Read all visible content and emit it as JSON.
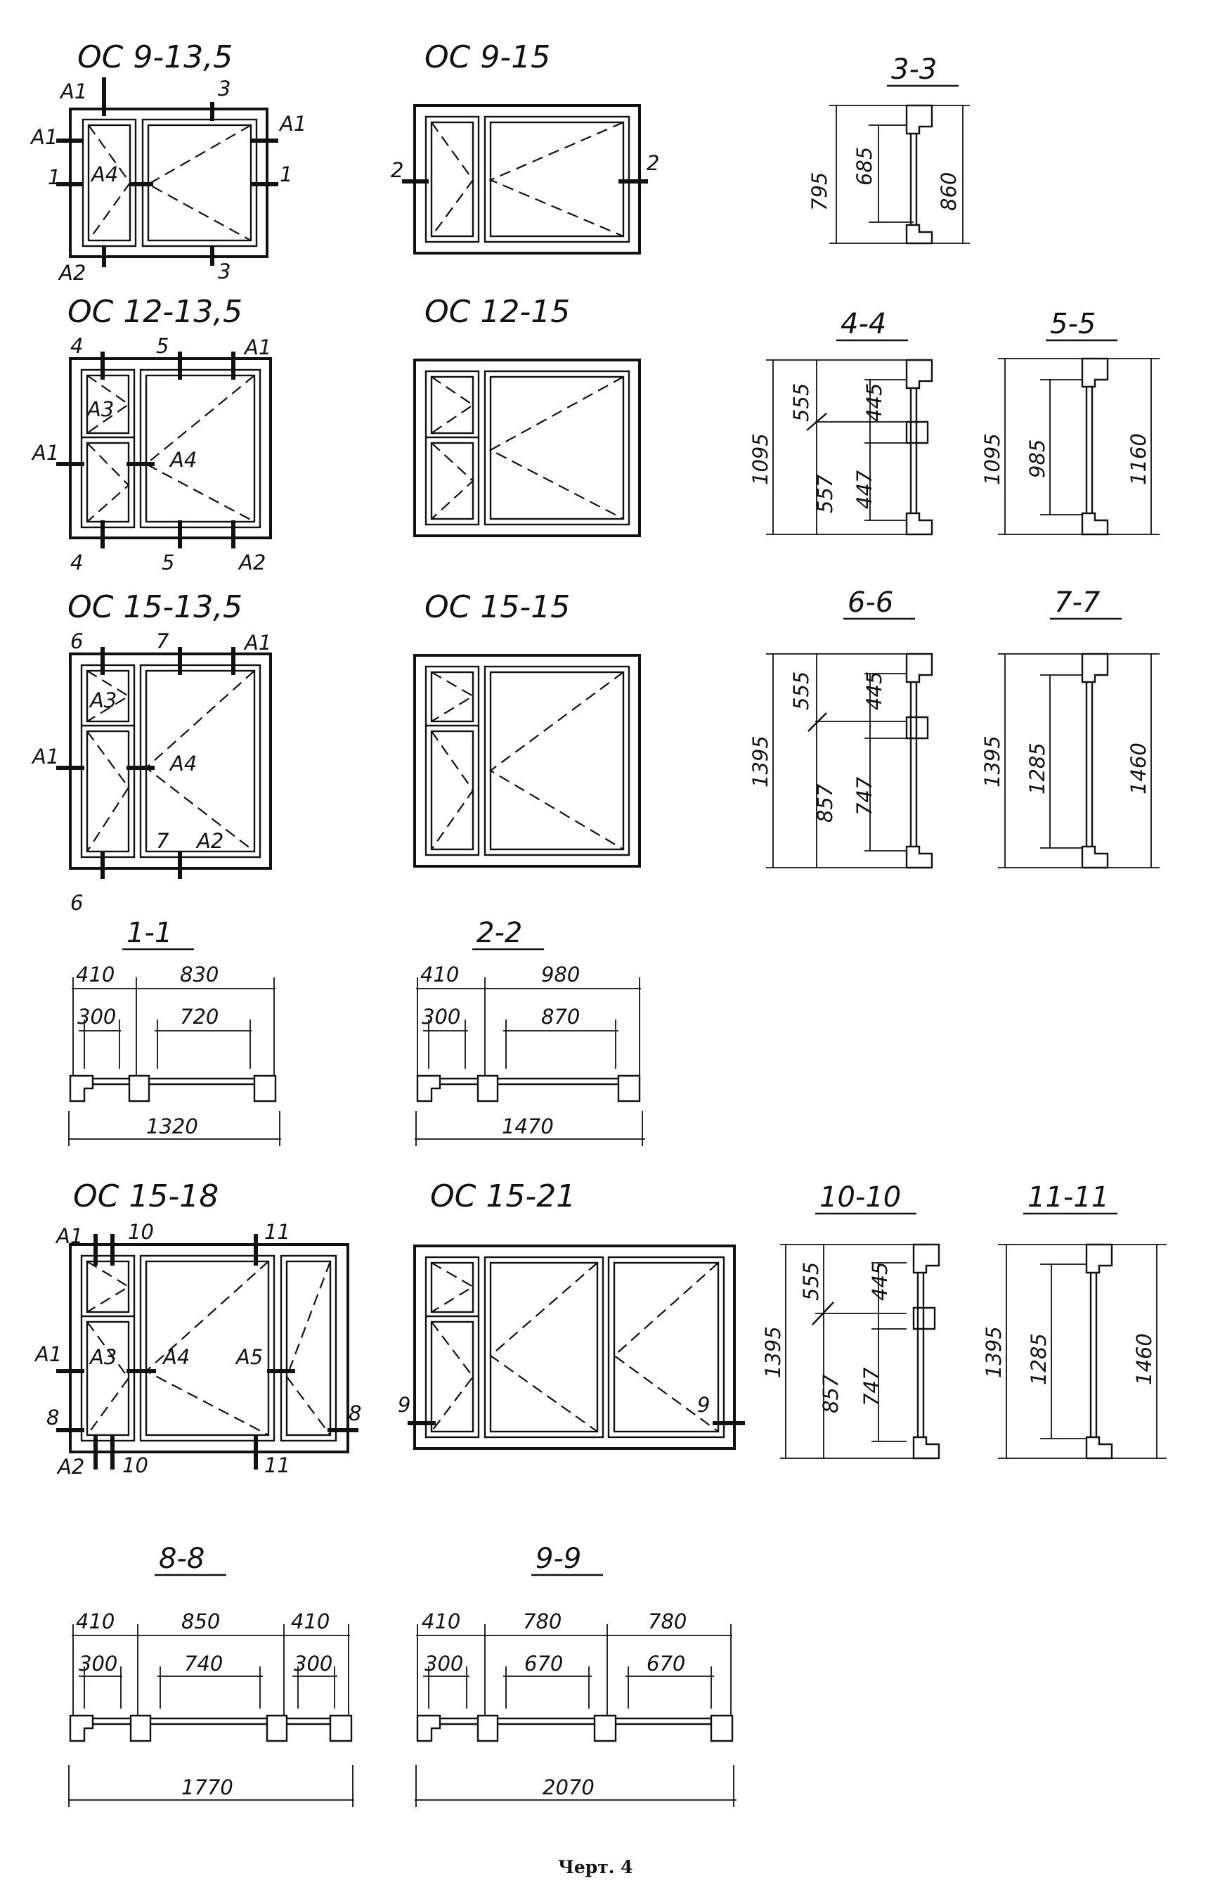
{
  "windows": {
    "os9_135": {
      "title": "ОС 9-13,5",
      "labels": {
        "a1_top": "А1",
        "a1_left": "А1",
        "a1_right": "А1",
        "cut1_left": "1",
        "cut1_right": "1",
        "a4": "А4",
        "a2": "А2",
        "cut3_top": "3",
        "cut3_bot": "3"
      }
    },
    "os9_15": {
      "title": "ОС 9-15",
      "labels": {
        "cut2_left": "2",
        "cut2_right": "2"
      }
    },
    "os12_135": {
      "title": "ОС 12-13,5",
      "labels": {
        "cut4_top": "4",
        "cut5_top": "5",
        "a1_tr": "А1",
        "a3": "А3",
        "a1_left": "А1",
        "a4": "А4",
        "cut4_bot": "4",
        "cut5_bot": "5",
        "a2": "А2"
      }
    },
    "os12_15": {
      "title": "ОС 12-15"
    },
    "os15_135": {
      "title": "ОС 15-13,5",
      "labels": {
        "cut6_top": "6",
        "cut7_top": "7",
        "a1_tr": "А1",
        "a3": "А3",
        "a1_left": "А1",
        "a4": "А4",
        "cut7_bot": "7",
        "a2": "А2",
        "cut6_bot": "6"
      }
    },
    "os15_15": {
      "title": "ОС 15-15"
    },
    "os15_18": {
      "title": "ОС 15-18",
      "labels": {
        "a1_top": "А1",
        "cut10_top": "10",
        "cut11_top": "11",
        "a1_left": "А1",
        "a3": "А3",
        "a4": "А4",
        "a5": "А5",
        "cut8_left": "8",
        "cut8_right": "8",
        "a2": "А2",
        "cut10_bot": "10",
        "cut11_bot": "11"
      }
    },
    "os15_21": {
      "title": "ОС 15-21",
      "labels": {
        "cut9_left": "9",
        "cut9_right": "9"
      }
    }
  },
  "sections": {
    "s3": {
      "title": "3-3",
      "dims": [
        "795",
        "685",
        "860"
      ]
    },
    "s4": {
      "title": "4-4",
      "dims": [
        "1095",
        "555",
        "557",
        "445",
        "447"
      ]
    },
    "s5": {
      "title": "5-5",
      "dims": [
        "1095",
        "985",
        "1160"
      ]
    },
    "s6": {
      "title": "6-6",
      "dims": [
        "1395",
        "555",
        "857",
        "445",
        "747"
      ]
    },
    "s7": {
      "title": "7-7",
      "dims": [
        "1395",
        "1285",
        "1460"
      ]
    },
    "s10": {
      "title": "10-10",
      "dims": [
        "1395",
        "555",
        "857",
        "445",
        "747"
      ]
    },
    "s11": {
      "title": "11-11",
      "dims": [
        "1395",
        "1285",
        "1460"
      ]
    },
    "s1": {
      "title": "1-1",
      "dims": [
        "410",
        "830",
        "300",
        "720",
        "1320"
      ]
    },
    "s2": {
      "title": "2-2",
      "dims": [
        "410",
        "980",
        "300",
        "870",
        "1470"
      ]
    },
    "s8": {
      "title": "8-8",
      "dims": [
        "410",
        "850",
        "410",
        "300",
        "740",
        "300",
        "1770"
      ]
    },
    "s9": {
      "title": "9-9",
      "dims": [
        "410",
        "780",
        "780",
        "300",
        "670",
        "670",
        "2070"
      ]
    }
  },
  "caption": "Черт. 4"
}
